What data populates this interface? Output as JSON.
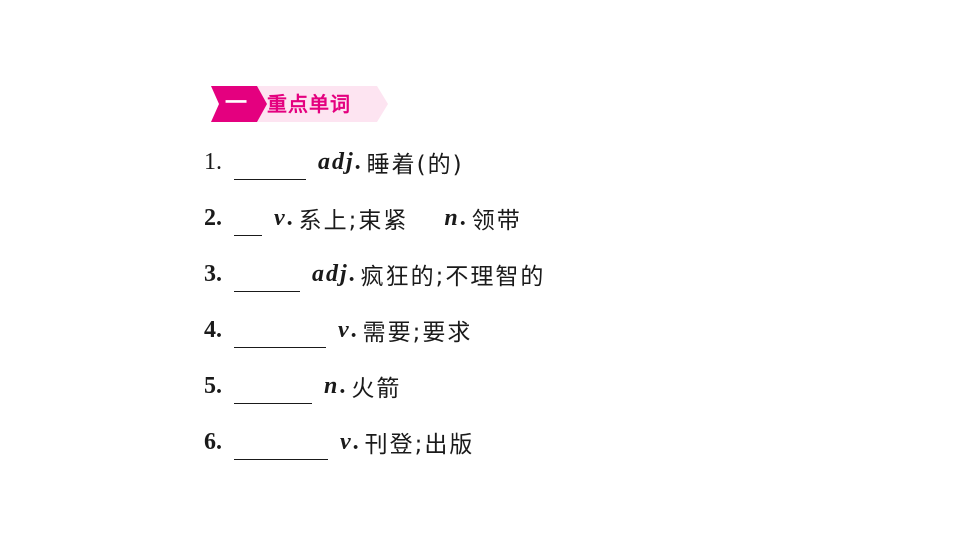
{
  "section": {
    "badge_number": "一",
    "title": "重点单词",
    "colors": {
      "accent": "#e4007f",
      "accent_light": "#fde4f1"
    }
  },
  "items": [
    {
      "number": "1.",
      "pos": "adj",
      "meaning": "睡着(的)"
    },
    {
      "number": "2.",
      "pos": "v",
      "meaning": "系上;束紧",
      "pos2": "n",
      "meaning2": "领带"
    },
    {
      "number": "3.",
      "pos": "adj",
      "meaning": "疯狂的;不理智的"
    },
    {
      "number": "4.",
      "pos": "v",
      "meaning": "需要;要求"
    },
    {
      "number": "5.",
      "pos": "n",
      "meaning": "火箭"
    },
    {
      "number": "6.",
      "pos": "v",
      "meaning": "刊登;出版"
    }
  ]
}
